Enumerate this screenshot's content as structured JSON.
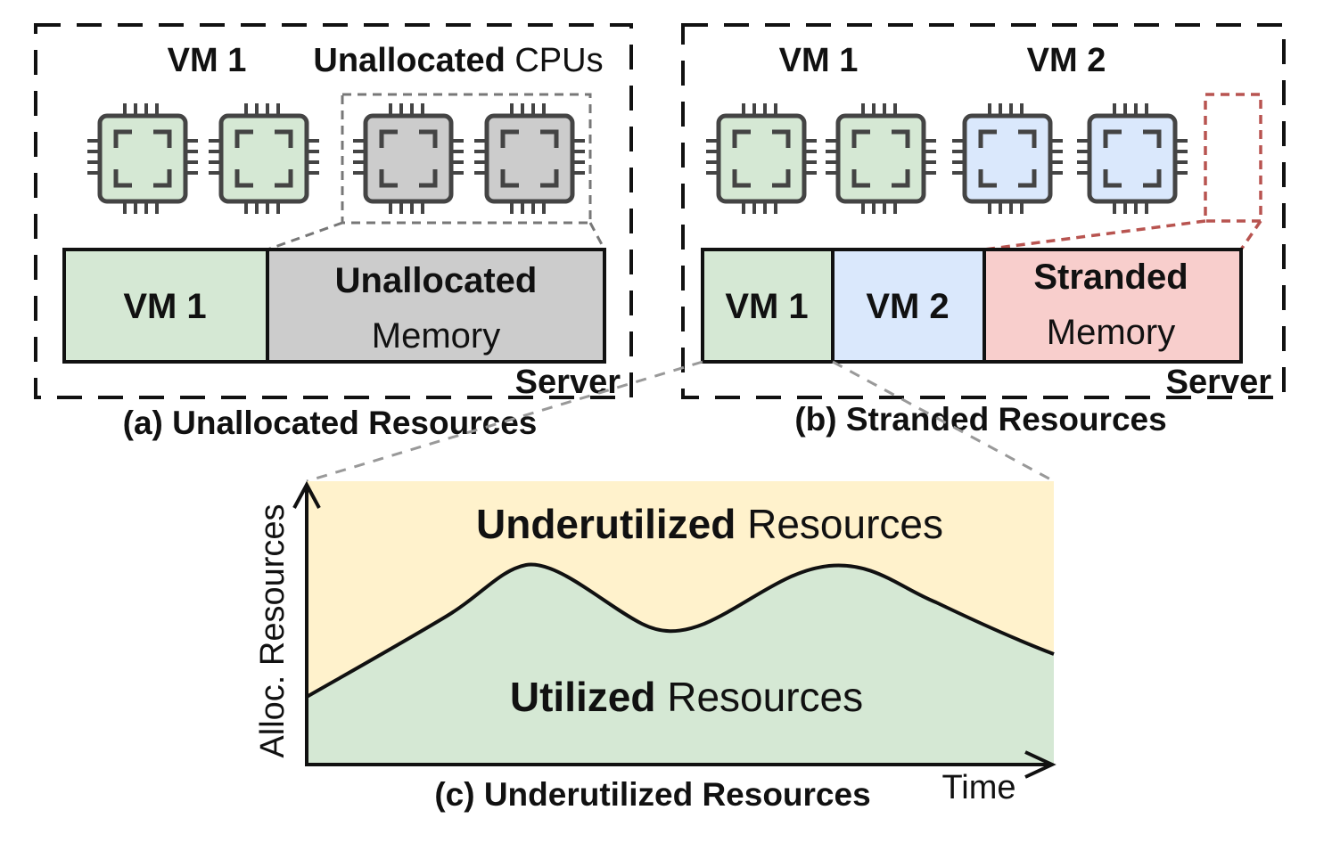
{
  "panel_a": {
    "vm1_label": "VM 1",
    "cpus_label_bold": "Unallocated",
    "cpus_label_rest": " CPUs",
    "mem_vm1": "VM 1",
    "mem_unalloc_line1": "Unallocated",
    "mem_unalloc_line2": "Memory",
    "server": "Server",
    "caption": "(a) Unallocated Resources"
  },
  "panel_b": {
    "vm1_label": "VM 1",
    "vm2_label": "VM 2",
    "mem_vm1": "VM 1",
    "mem_vm2": "VM 2",
    "mem_stranded_line1": "Stranded",
    "mem_stranded_line2": "Memory",
    "server": "Server",
    "caption": "(b) Stranded Resources"
  },
  "panel_c": {
    "under_bold": "Underutilized",
    "under_rest": " Resources",
    "util_bold": "Utilized",
    "util_rest": " Resources",
    "ylabel": "Alloc. Resources",
    "xlabel": "Time",
    "caption": "(c) Underutilized Resources"
  },
  "colors": {
    "vm1": "#d5e8d4",
    "vm2": "#dae8fc",
    "unallocated": "#cccccc",
    "stranded": "#f8cecc",
    "underutilized": "#fff2cc",
    "stranded_outline": "#b85450",
    "chip_stroke": "#444444"
  }
}
